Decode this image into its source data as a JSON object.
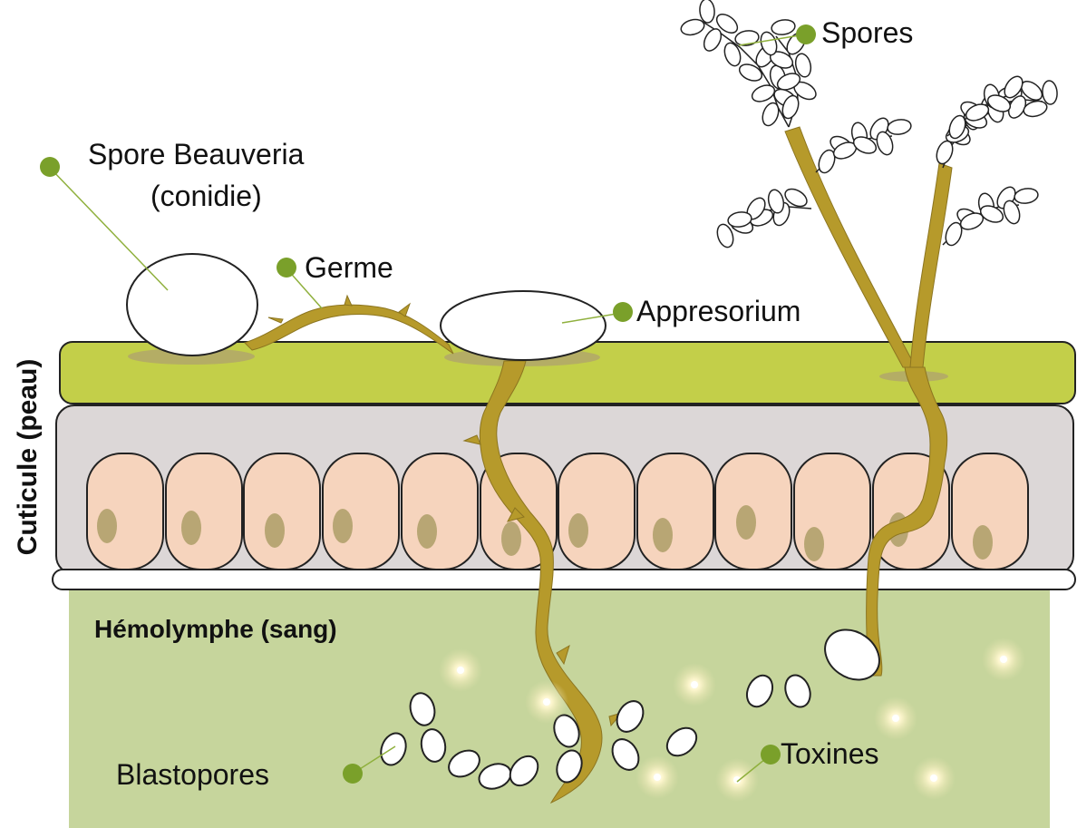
{
  "labels": {
    "spores": "Spores",
    "spore_beauveria_line1": "Spore Beauveria",
    "spore_beauveria_line2": "(conidie)",
    "germe": "Germe",
    "appresorium": "Appresorium",
    "cuticule": "Cuticule (peau)",
    "hemolymphe": "Hémolymphe (sang)",
    "blastopores": "Blastopores",
    "toxines": "Toxines"
  },
  "colors": {
    "cuticle": "#c3cf49",
    "epidermis": "#dcd7d7",
    "cell": "#f6d4bd",
    "nucleus": "#b8a674",
    "hemolymph": "#c6d59c",
    "fungus": "#b69a2b",
    "marker": "#7aa02a"
  },
  "icons": {
    "label_marker": "green-dot-icon",
    "toxin": "glow-dot-icon"
  }
}
